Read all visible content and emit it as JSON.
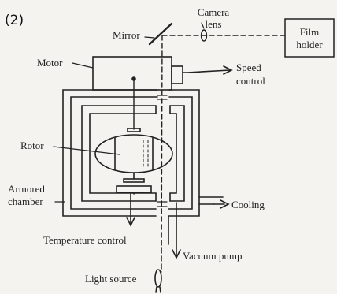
{
  "figure_label": "(2)",
  "labels": {
    "mirror": "Mirror",
    "camera_lens_1": "Camera",
    "camera_lens_2": "lens",
    "film_holder_1": "Film",
    "film_holder_2": "holder",
    "motor": "Motor",
    "speed_control_1": "Speed",
    "speed_control_2": "control",
    "rotor": "Rotor",
    "armored_chamber_1": "Armored",
    "armored_chamber_2": "chamber",
    "cooling": "Cooling",
    "temperature_control": "Temperature control",
    "vacuum_pump": "Vacuum pump",
    "light_source": "Light source"
  }
}
